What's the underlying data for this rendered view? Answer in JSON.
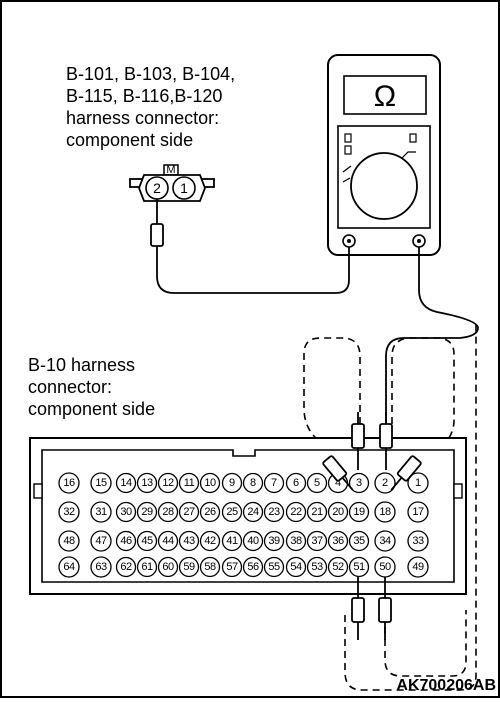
{
  "top_label": [
    "B-101, B-103, B-104,",
    "B-115, B-116,B-120",
    "harness connector:",
    "component side"
  ],
  "bottom_label": [
    "B-10 harness",
    "connector:",
    "component side"
  ],
  "small_connector": {
    "key_label": "M",
    "pins": [
      "2",
      "1"
    ]
  },
  "meter": {
    "display_symbol": "Ω"
  },
  "b10_connector": {
    "rows": [
      [
        "16",
        "15",
        "14",
        "13",
        "12",
        "11",
        "10",
        "9",
        "8",
        "7",
        "6",
        "5",
        "4",
        "3",
        "2",
        "1"
      ],
      [
        "32",
        "31",
        "30",
        "29",
        "28",
        "27",
        "26",
        "25",
        "24",
        "23",
        "22",
        "21",
        "20",
        "19",
        "18",
        "17"
      ],
      [
        "48",
        "47",
        "46",
        "45",
        "44",
        "43",
        "42",
        "41",
        "40",
        "39",
        "38",
        "37",
        "36",
        "35",
        "34",
        "33"
      ],
      [
        "64",
        "63",
        "62",
        "61",
        "60",
        "59",
        "58",
        "57",
        "56",
        "55",
        "54",
        "53",
        "52",
        "51",
        "50",
        "49"
      ]
    ]
  },
  "figure_code": "AK700206AB"
}
